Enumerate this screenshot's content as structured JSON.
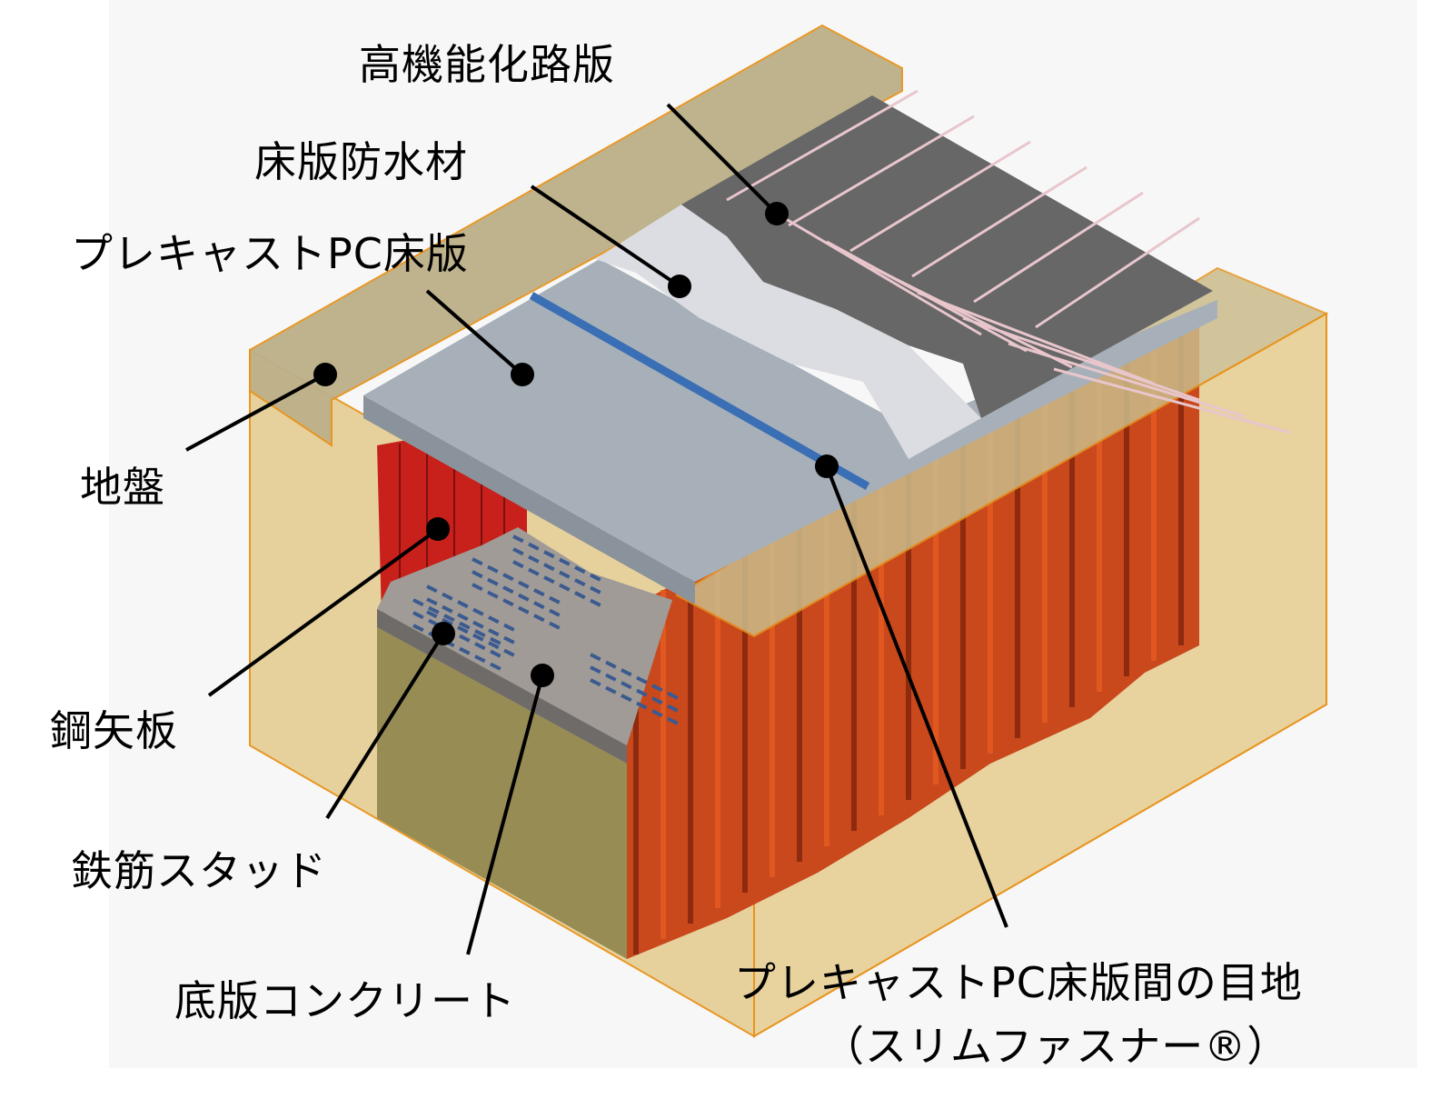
{
  "labels": {
    "road_slab": "高機能化路版",
    "waterproof": "床版防水材",
    "pc_slab": "プレキャストPC床版",
    "ground": "地盤",
    "sheet_pile": "鋼矢板",
    "stud": "鉄筋スタッド",
    "base_concrete": "底版コンクリート",
    "joint": "プレキャストPC床版間の目地",
    "joint_product": "（スリムファスナー®）"
  },
  "colors": {
    "ground": "#e2c990",
    "ground_edge": "#e8931c",
    "sheet_pile": "#c8401a",
    "pc_slab": "#a7b0b8",
    "waterproof": "#dcdde2",
    "paving": "#676767",
    "joint_line": "#3a6fb5",
    "base_concrete": "#a09b96",
    "base_front": "#968c54"
  }
}
